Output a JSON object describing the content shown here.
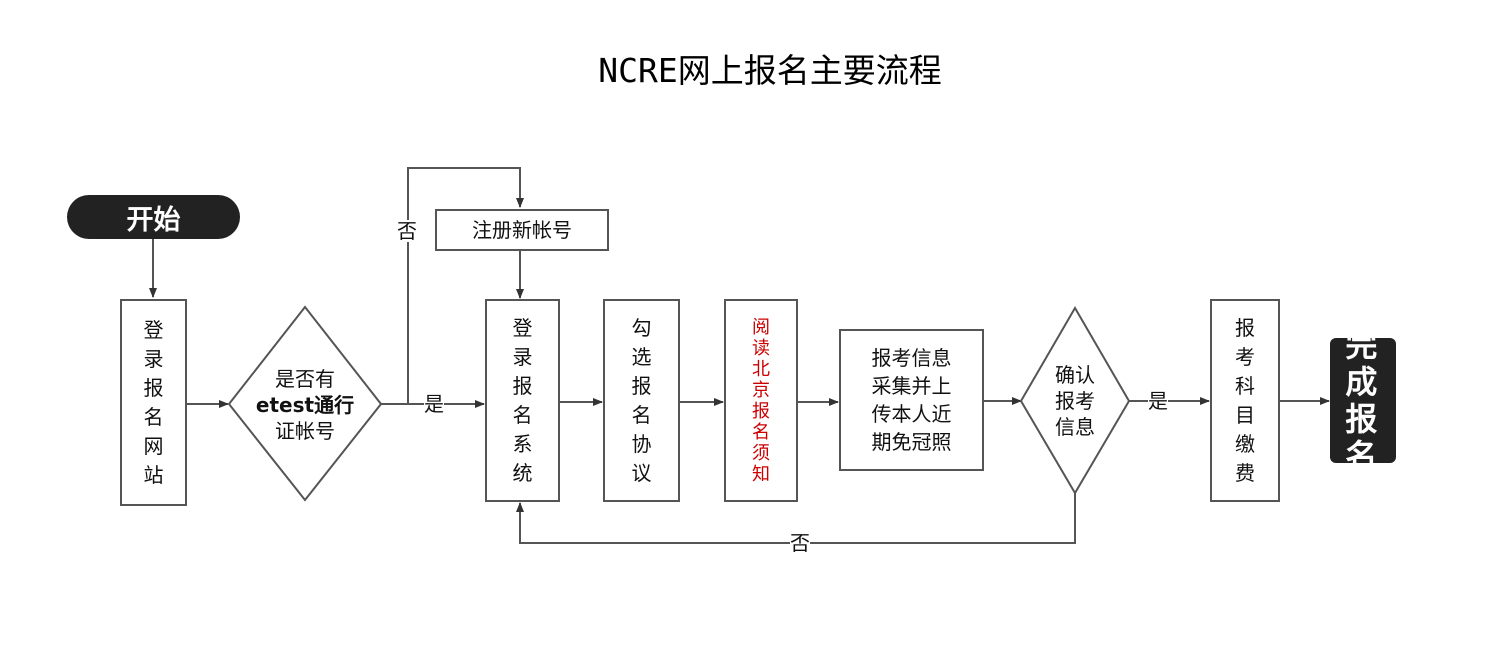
{
  "title": "NCRE网上报名主要流程",
  "start_label": "开始",
  "end_label": "完成报名",
  "steps": {
    "login_website": "登录报名网站",
    "has_account": "是否有etest通行证帐号",
    "register_account": "注册新帐号",
    "login_system": "登录报名系统",
    "check_agreement": "勾选报名协议",
    "read_notice": "阅读北京报名须知",
    "collect_info": "报考信息采集并上传本人近期免冠照",
    "confirm_info": "确认报考信息",
    "pay_fee": "报考科目缴费"
  },
  "decisions": {
    "has_account_lines": [
      "是否有",
      "etest通行",
      "证帐号"
    ],
    "confirm_lines": [
      "确认",
      "报考",
      "信息"
    ]
  },
  "collect_info_lines": [
    "报考信息",
    "采集并上",
    "传本人近",
    "期免冠照"
  ],
  "labels": {
    "yes": "是",
    "no": "否"
  },
  "colors": {
    "terminal": "#222222",
    "line": "#555555",
    "notice_text": "#cc0000"
  }
}
